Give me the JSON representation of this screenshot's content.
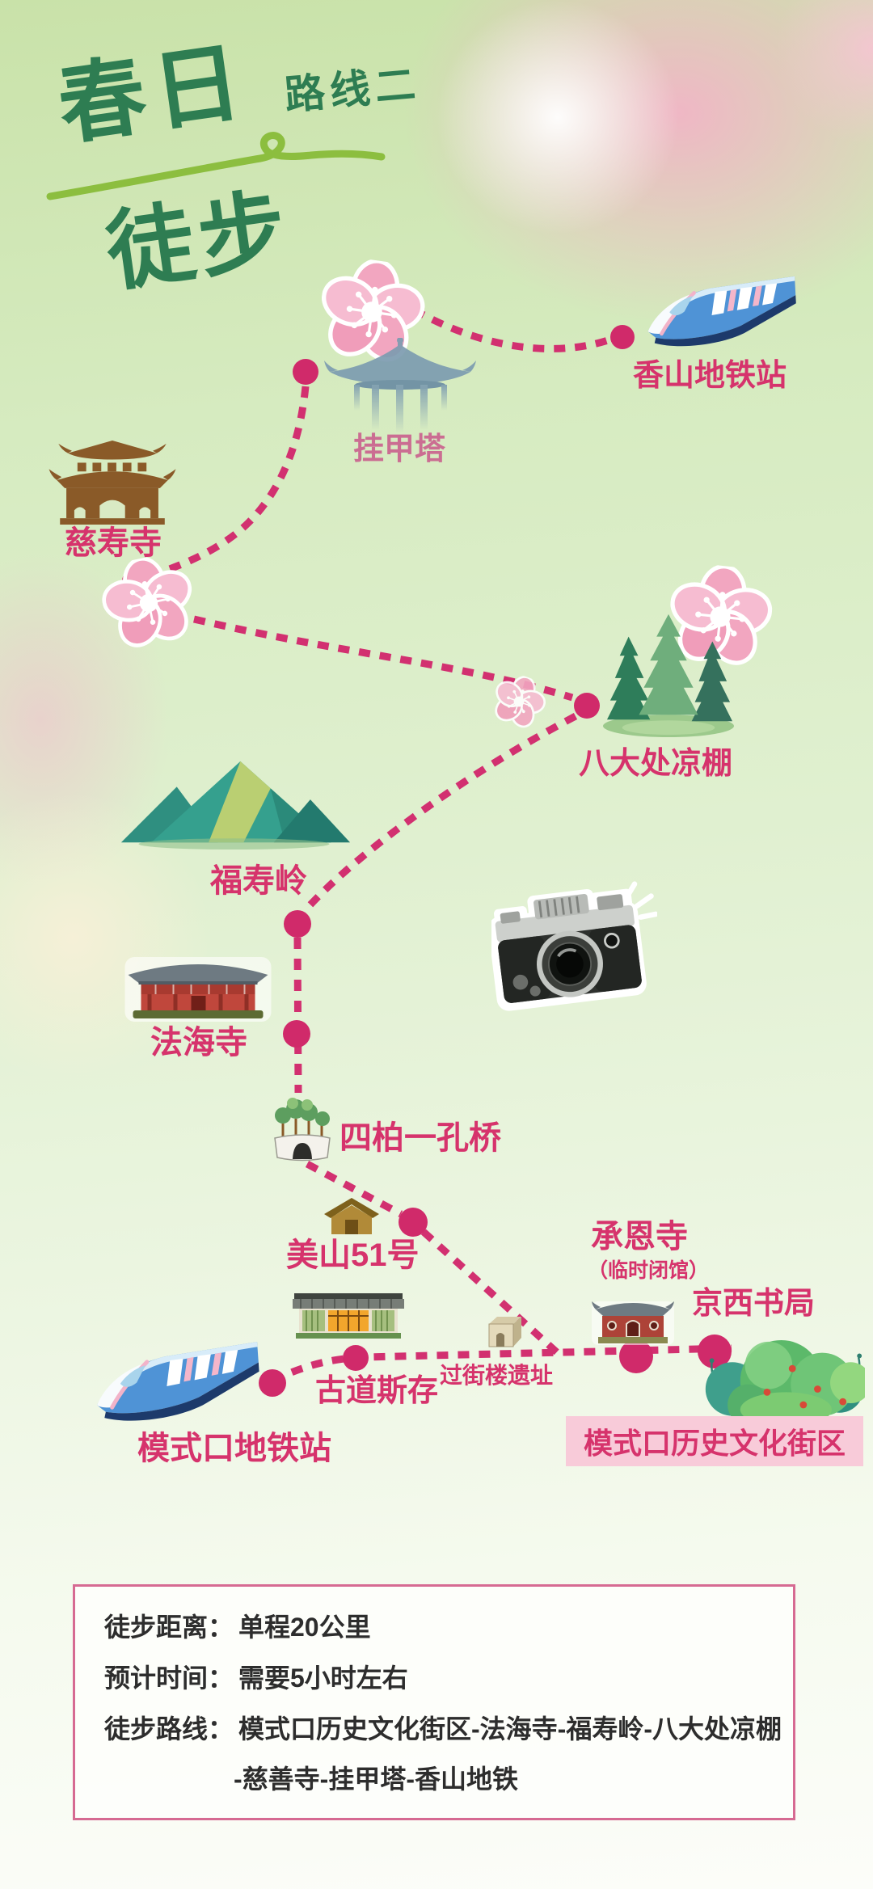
{
  "title": {
    "main_top": "春日",
    "main_bottom": "徒步",
    "route_badge": "路线二"
  },
  "stops": [
    {
      "id": "xiangshan-station",
      "label": "香山地铁站"
    },
    {
      "id": "guajiata",
      "label": "挂甲塔"
    },
    {
      "id": "cishousi",
      "label": "慈寿寺"
    },
    {
      "id": "badachu-liangpeng",
      "label": "八大处凉棚"
    },
    {
      "id": "fushouling",
      "label": "福寿岭"
    },
    {
      "id": "fahaisi",
      "label": "法海寺"
    },
    {
      "id": "sibai-yikong-bridge",
      "label": "四柏一孔桥"
    },
    {
      "id": "meishan-51",
      "label": "美山51号"
    },
    {
      "id": "chengensi",
      "label": "承恩寺",
      "note": "（临时闭馆）"
    },
    {
      "id": "jingxi-bookstore",
      "label": "京西书局"
    },
    {
      "id": "gudao-sicun",
      "label": "古道斯存"
    },
    {
      "id": "guojielou-ruins",
      "label": "过街楼遗址"
    },
    {
      "id": "moshikou-station",
      "label": "模式口地铁站"
    },
    {
      "id": "moshikou-district",
      "label": "模式口历史文化街区"
    }
  ],
  "info_box": {
    "rows": [
      {
        "label": "徒步距离：",
        "value": "单程20公里"
      },
      {
        "label": "预计时间：",
        "value": "需要5小时左右"
      },
      {
        "label": "徒步路线：",
        "value": "模式口历史文化街区-法海寺-福寿岭-八大处凉棚"
      }
    ],
    "route_continuation": "-慈善寺-挂甲塔-香山地铁"
  },
  "icons": {
    "train": "train-icon",
    "cherry_blossom": "cherry-blossom-icon",
    "pavilion": "pagoda-pavilion-icon",
    "temple_gate": "temple-gate-icon",
    "forest": "pine-forest-icon",
    "mountains": "mountains-icon",
    "camera": "vintage-camera-icon",
    "temple_hall": "temple-hall-icon",
    "stone_bridge": "stone-arch-bridge-icon",
    "hut": "wooden-hut-icon",
    "shopfront": "old-street-shop-icon",
    "temple_small": "temple-courtyard-icon",
    "stone_gate": "overstreet-tower-ruins-icon",
    "bushes": "green-bushes-icon"
  },
  "colors": {
    "label_pink": "#d6336c",
    "route_pink": "#d23070",
    "title_green": "#2e7d52",
    "squiggle_green": "#8cbe3f",
    "banner_bg": "#f8cbd9",
    "info_border": "#d66a92",
    "info_text": "#2d2d2d"
  }
}
